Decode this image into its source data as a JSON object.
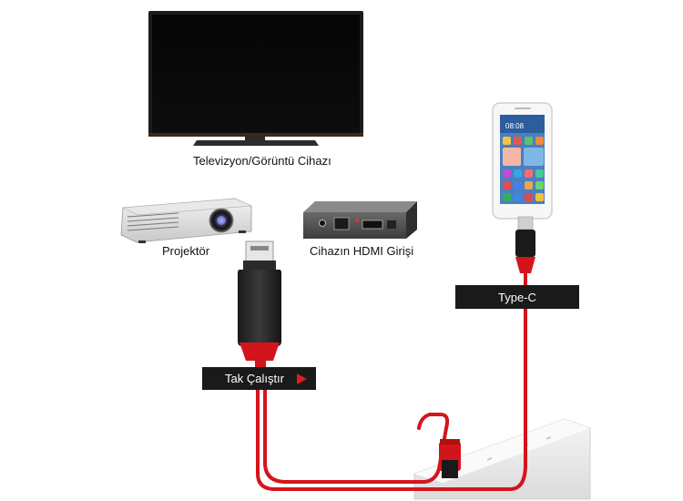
{
  "captions": {
    "tv": "Televizyon/Görüntü Cihazı",
    "projector": "Projektör",
    "hdmi_device": "Cihazın HDMI Girişi"
  },
  "labels": {
    "plug_play": "Tak Çalıştır",
    "type_c": "Type-C"
  },
  "phone": {
    "time": "08:08"
  },
  "colors": {
    "cable": "#d4141c",
    "label_bg": "#1a1a1a",
    "play_arrow": "#e01b1b"
  },
  "icons": {
    "play": "play-arrow-icon"
  }
}
